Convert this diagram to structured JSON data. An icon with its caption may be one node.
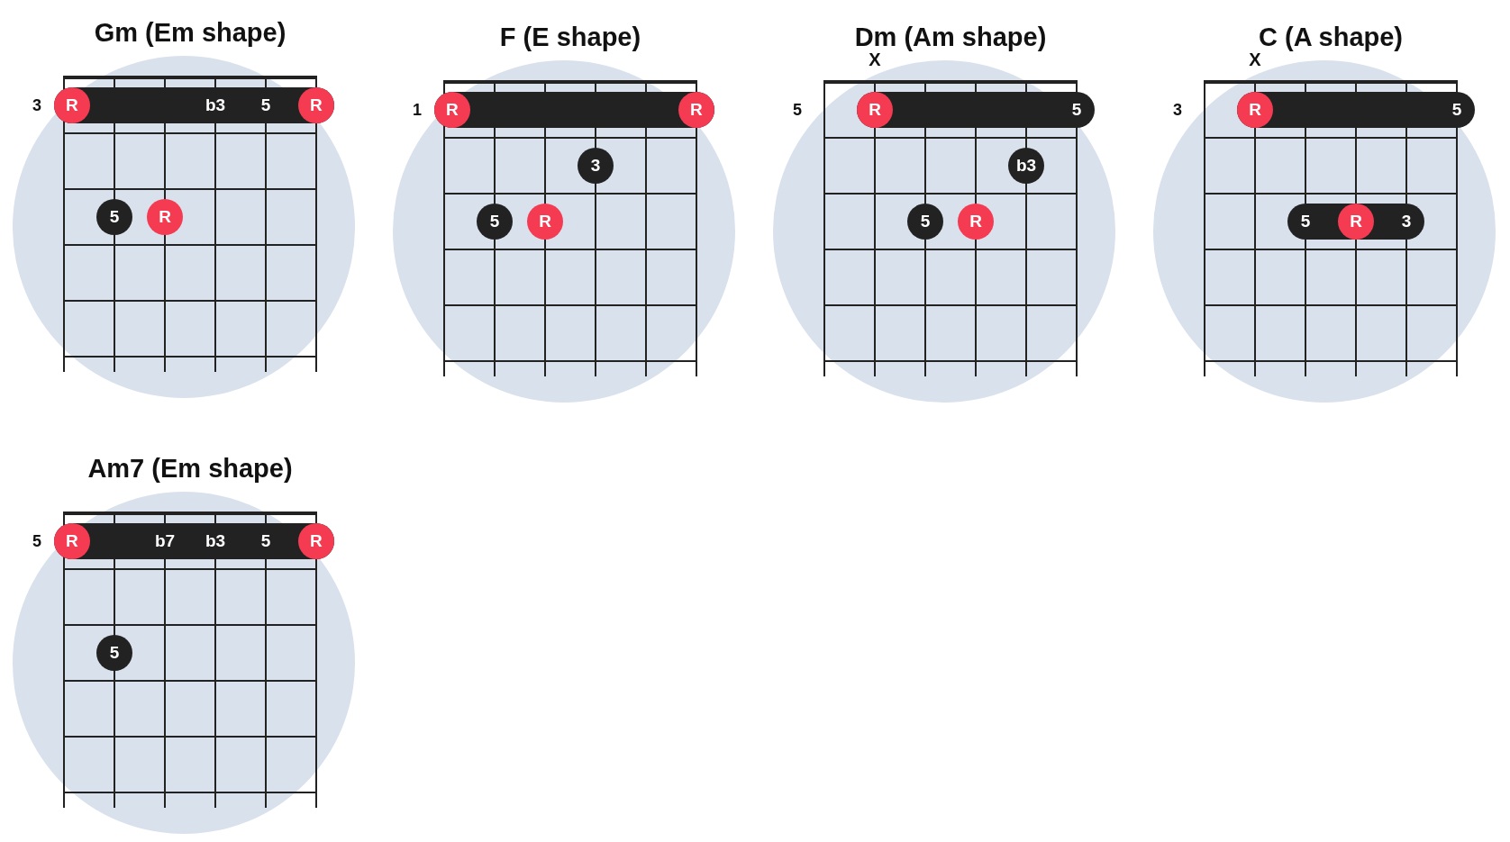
{
  "diagram": {
    "nodes": [
      {
        "text": [
          "Gm (Em shape)"
        ],
        "beside": [
          "3"
        ]
      },
      {
        "text": [
          "b3",
          "5"
        ],
        "in": 0
      },
      {
        "text": [
          "R"
        ],
        "in": 1
      },
      {
        "text": [
          "R"
        ],
        "in": 1
      },
      {
        "text": [
          "5"
        ],
        "in": 0
      },
      {
        "text": [
          "R"
        ],
        "in": 0
      },
      {
        "text": [
          "F (E shape)"
        ],
        "beside": [
          "1"
        ]
      },
      {
        "text": [],
        "shape": "bar",
        "in": 6
      },
      {
        "text": [
          "R"
        ],
        "in": 7
      },
      {
        "text": [
          "R"
        ],
        "in": 7
      },
      {
        "text": [
          "3"
        ],
        "in": 6
      },
      {
        "text": [
          "5"
        ],
        "in": 6
      },
      {
        "text": [
          "R"
        ],
        "in": 6
      },
      {
        "text": [
          "Dm (Am shape)"
        ],
        "beside": [
          "X",
          "5"
        ]
      },
      {
        "text": [
          "5"
        ],
        "in": 13
      },
      {
        "text": [
          "R"
        ],
        "in": 14
      },
      {
        "text": [
          "b3"
        ],
        "in": 13
      },
      {
        "text": [
          "5"
        ],
        "in": 13
      },
      {
        "text": [
          "R"
        ],
        "in": 13
      },
      {
        "text": [
          "C (A shape)"
        ],
        "beside": [
          "X",
          "3"
        ]
      },
      {
        "text": [
          "5"
        ],
        "in": 19
      },
      {
        "text": [
          "R"
        ],
        "in": 20
      },
      {
        "text": [
          "5",
          "3"
        ],
        "in": 19
      },
      {
        "text": [
          "R"
        ],
        "in": 22
      },
      {
        "text": [
          "Am7 (Em shape)"
        ],
        "beside": [
          "5"
        ]
      },
      {
        "text": [
          "b7",
          "b3",
          "5"
        ],
        "in": 24
      },
      {
        "text": [
          "R"
        ],
        "in": 25
      },
      {
        "text": [
          "R"
        ],
        "in": 25
      },
      {
        "text": [
          "5"
        ],
        "in": 24
      }
    ],
    "edges": []
  }
}
